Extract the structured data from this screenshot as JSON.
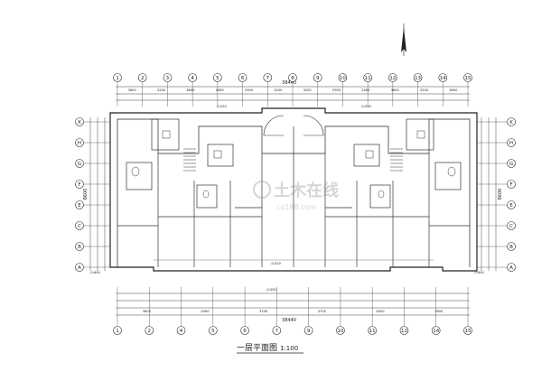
{
  "drawing": {
    "title": "一层平面图",
    "scale": "1:100",
    "watermark_main": "土木在线",
    "watermark_sub": "co188.com"
  },
  "grid": {
    "top_axes": [
      "1",
      "2",
      "3",
      "4",
      "5",
      "6",
      "7",
      "8",
      "9",
      "10",
      "11",
      "12",
      "13",
      "14",
      "15"
    ],
    "bottom_axes": [
      "1",
      "2",
      "4",
      "5",
      "6",
      "7",
      "9",
      "10",
      "11",
      "12",
      "14",
      "15"
    ],
    "left_axes": [
      "K",
      "H",
      "G",
      "F",
      "E",
      "C",
      "B",
      "A"
    ],
    "right_axes": [
      "K",
      "H",
      "G",
      "F",
      "E",
      "C",
      "B",
      "A"
    ]
  },
  "dimensions": {
    "top_overall": "38440",
    "bottom_overall": "38440",
    "top_row": [
      "3600",
      "3200",
      "3600",
      "2400",
      "2900",
      "3200",
      "3200",
      "2900",
      "2400",
      "3600",
      "3200",
      "3600"
    ],
    "bottom_row": [
      "3600",
      "4500",
      "3700",
      "3700",
      "4500",
      "3600"
    ],
    "left_overall": "8600",
    "right_overall": "8600",
    "level_labels": [
      "-0.020",
      "-0.020",
      "-0.020",
      "-0.050",
      "-0.600",
      "-0.600"
    ]
  }
}
